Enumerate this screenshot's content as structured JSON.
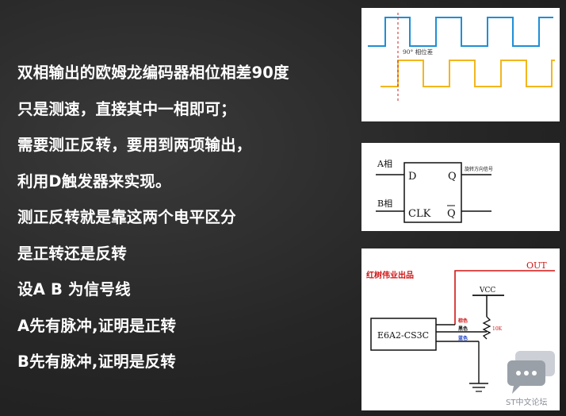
{
  "text_lines": [
    "双相输出的欧姆龙编码器相位相差90度",
    "只是测速，直接其中一相即可；",
    "需要测正反转，要用到两项输出，",
    "利用D触发器来实现。",
    "测正反转就是靠这两个电平区分",
    "是正转还是反转",
    "设A  B 为信号线",
    "A先有脉冲,证明是正转",
    "B先有脉冲,证明是反转"
  ],
  "waveform": {
    "phase_label": "90°  相位差",
    "colors": {
      "a": "#1e8fd6",
      "b": "#f2b61e",
      "marker": "#cc2222"
    }
  },
  "dff": {
    "a_label": "A相",
    "b_label": "B相",
    "d_label": "D",
    "q_label": "Q",
    "clk_label": "CLK",
    "qbar_label": "Q",
    "out_label": "旋转方向信号"
  },
  "wiring": {
    "maker_label": "红树伟业出品",
    "out_label": "OUT",
    "vcc_label": "VCC",
    "encoder_label": "E6A2-CS3C",
    "wire1_label": "棕色",
    "wire2_label": "黑色",
    "wire3_label": "蓝色",
    "resistor_label": "10K",
    "colors": {
      "red": "#d21414",
      "blue": "#1a3fc4",
      "black": "#111111"
    }
  },
  "watermark": {
    "text": "ST中文论坛"
  }
}
